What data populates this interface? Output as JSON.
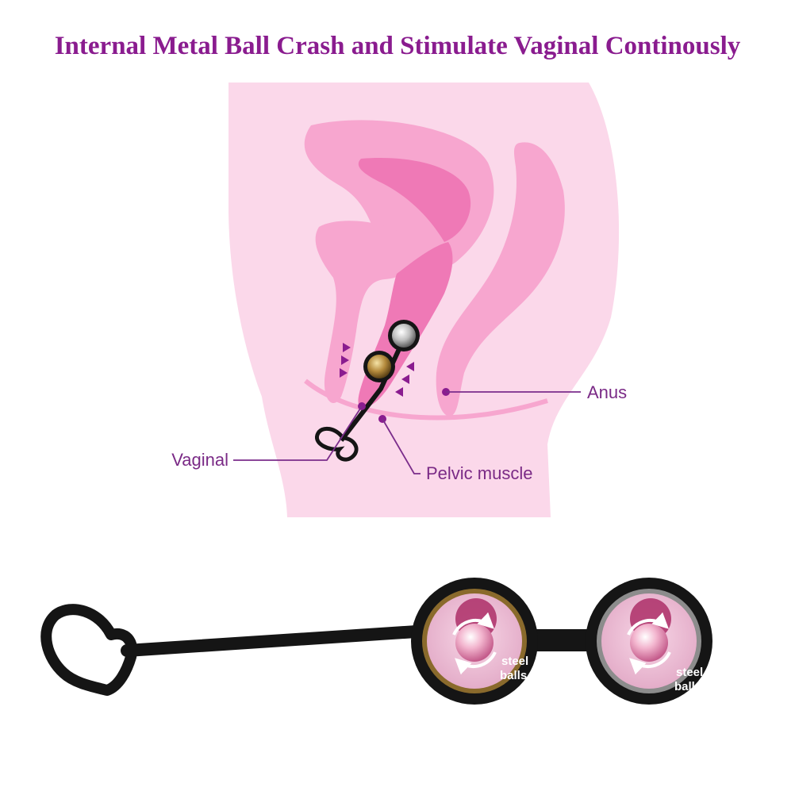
{
  "title": "Internal Metal Ball Crash and Stimulate Vaginal Continously",
  "labels": {
    "anus": "Anus",
    "vaginal": "Vaginal",
    "pelvic_muscle": "Pelvic muscle"
  },
  "product": {
    "ball_label_line1": "steel",
    "ball_label_line2": "balls"
  },
  "colors": {
    "title": "#8a1c8f",
    "label_text": "#7a2a86",
    "leader_line": "#7b2d8b",
    "body_silhouette": "#fbd8ea",
    "organ_light": "#f7a6cf",
    "organ_dark": "#ef79b6",
    "device_black": "#151515",
    "gold_ball": "#b48a3c",
    "silver_ball": "#d9d9d9"
  }
}
